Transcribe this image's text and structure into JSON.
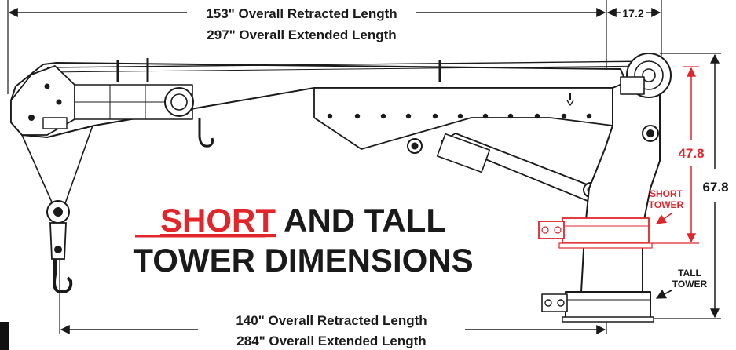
{
  "dimensions": {
    "top_retracted": "153\" Overall Retracted Length",
    "top_extended": "297\" Overall Extended Length",
    "offset": "17.2",
    "short_height": "47.8",
    "tall_height": "67.8",
    "bottom_retracted": "140\" Overall Retracted Length",
    "bottom_extended": "284\" Overall Extended Length"
  },
  "title": {
    "short": "SHORT",
    "rest_line1": " AND TALL",
    "line2": "TOWER DIMENSIONS"
  },
  "callouts": {
    "short_tower_1": "SHORT",
    "short_tower_2": "TOWER",
    "tall_tower_1": "TALL",
    "tall_tower_2": "TOWER"
  },
  "colors": {
    "red": "#e0262b",
    "black": "#1a1a1a"
  }
}
